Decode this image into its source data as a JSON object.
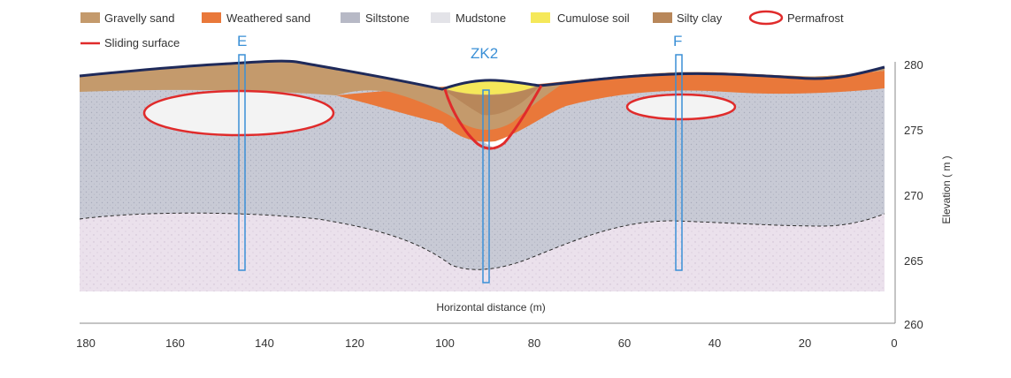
{
  "legend": {
    "gravelly_sand": "Gravelly sand",
    "weathered_sand": "Weathered sand",
    "siltstone": "Siltstone",
    "mudstone": "Mudstone",
    "cumulose_soil": "Cumulose soil",
    "silty_clay": "Silty clay",
    "permafrost": "Permafrost",
    "sliding_surface": "Sliding surface"
  },
  "boreholes": {
    "e": "E",
    "zk2": "ZK2",
    "f": "F"
  },
  "axes": {
    "x_title": "Horizontal distance (m)",
    "y_title": "Elevation ( m )",
    "x_ticks": [
      "180",
      "160",
      "140",
      "120",
      "100",
      "80",
      "60",
      "40",
      "20",
      "0"
    ],
    "y_ticks": [
      "280",
      "275",
      "270",
      "265",
      "260"
    ]
  },
  "colors": {
    "gravelly_sand": "#c49a6c",
    "weathered_sand": "#e9783a",
    "siltstone": "#c9cbd6",
    "mudstone": "#e9dfea",
    "cumulose_soil": "#f5e85a",
    "silty_clay": "#b8875a",
    "permafrost_outline": "#e02b2b",
    "sliding_surface": "#e02b2b",
    "ground_line": "#1f2a5a",
    "borehole": "#3a8fd6"
  }
}
